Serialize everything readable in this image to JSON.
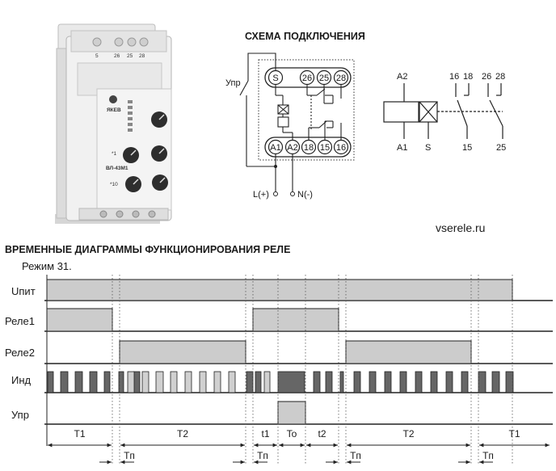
{
  "schema": {
    "title": "СХЕМА ПОДКЛЮЧЕНИЯ",
    "control_label": "Упр",
    "supply_plus": "L(+)",
    "supply_minus": "N(-)",
    "terminals_top": [
      "S",
      "26",
      "25",
      "28"
    ],
    "terminals_bottom": [
      "A1",
      "A2",
      "18",
      "15",
      "16"
    ]
  },
  "symbol": {
    "coil_top": "A2",
    "coil_bottom": "A1",
    "control": "S",
    "contact1_top": [
      "16",
      "18"
    ],
    "contact1_bottom": "15",
    "contact2_top": [
      "26",
      "28"
    ],
    "contact2_bottom": "25"
  },
  "device": {
    "top_terminals": [
      "5",
      "26",
      "25",
      "28"
    ],
    "model": "ВЛ-43М1",
    "brand": "ЯКЕВ",
    "mult1": "*1",
    "mult2": "*10"
  },
  "website": "vserele.ru",
  "timing": {
    "title": "ВРЕМЕННЫЕ ДИАГРАММЫ ФУНКЦИОНИРОВАНИЯ РЕЛЕ",
    "mode": "Режим 31.",
    "rows": [
      "Uпит",
      "Реле1",
      "Реле2",
      "Инд",
      "Упр"
    ],
    "intervals": [
      "T1",
      "T2",
      "t1",
      "To",
      "t2",
      "T2",
      "T1"
    ],
    "pause_label": "Tп"
  },
  "colors": {
    "fill": "#cccccc",
    "dark": "#666666",
    "light": "#d0d0d0",
    "line": "#222222"
  }
}
